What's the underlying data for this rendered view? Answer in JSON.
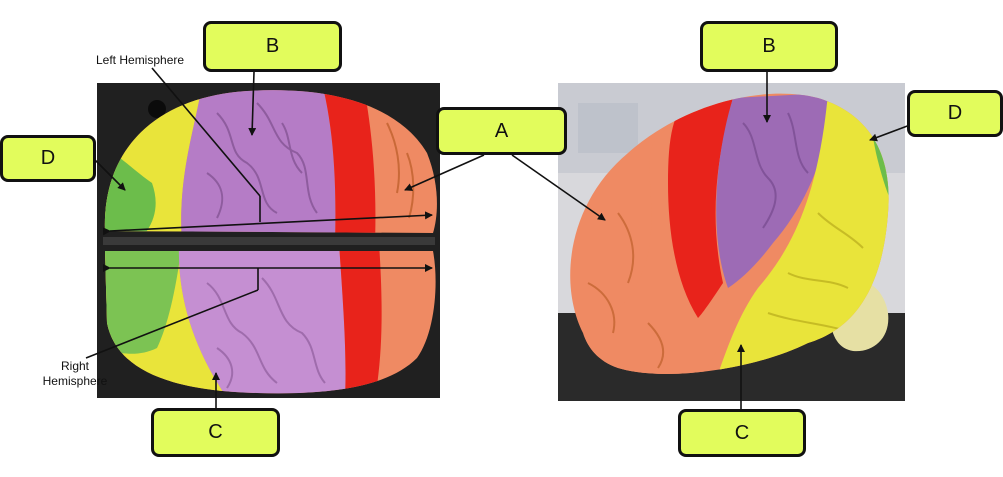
{
  "labels": {
    "a": "A",
    "b": "B",
    "c": "C",
    "d": "D"
  },
  "left_hemisphere": "Left Hemisphere",
  "right_hemisphere_line1": "Right",
  "right_hemisphere_line2": "Hemisphere",
  "colors": {
    "label_fill": "#e2fc5c",
    "frontal": "#ef8a63",
    "precentral": "#e8231b",
    "parietal": "#b57cc6",
    "occipital": "#e9e43a",
    "temporal": "#e9e43a",
    "cerebellum_edge": "#6cbd4b"
  }
}
